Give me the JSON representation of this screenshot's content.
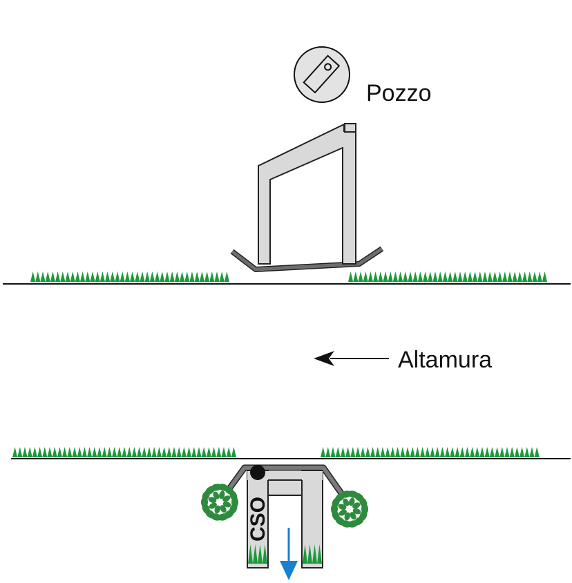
{
  "labels": {
    "pozzo": "Pozzo",
    "altamura": "Altamura",
    "cso": "CSO"
  },
  "icons": {
    "pozzo_symbol": "well-icon",
    "direction": "left-arrow-icon",
    "flow": "down-arrow-icon",
    "vegetation": "bush-icon"
  },
  "colors": {
    "structure_fill": "#d9d9d9",
    "structure_stroke": "#222222",
    "ramp": "#6e6e6e",
    "grass": "#1a9a3a",
    "bush": "#2e8b3e",
    "flow_arrow": "#1a7fd0",
    "ground_line": "#111111",
    "dot": "#111111"
  }
}
